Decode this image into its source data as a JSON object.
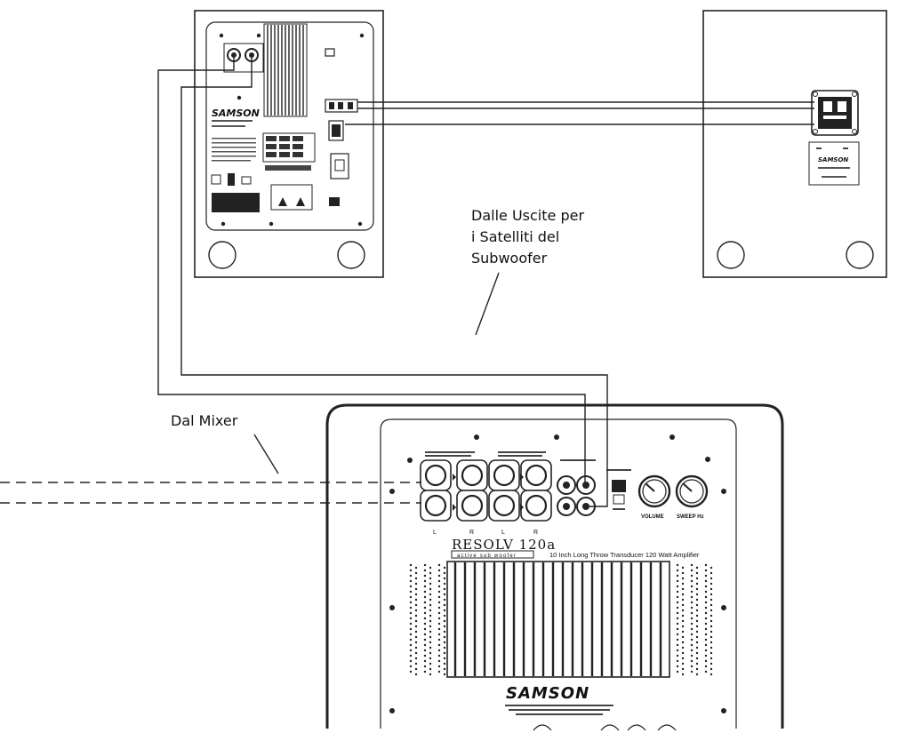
{
  "labels": {
    "satellite_outputs": [
      "Dalle Uscite per",
      "i Satelliti del",
      "Subwoofer"
    ],
    "from_mixer": "Dal Mixer"
  },
  "subwoofer_panel": {
    "brand": "SAMSON",
    "model": "RESOLV 120a",
    "model_tagline": "active sub woofer",
    "description": "10 Inch Long Throw Transducer 120 Watt Amplifier",
    "jack_labels": [
      "L",
      "R",
      "L",
      "R"
    ],
    "volume_label": "VOLUME",
    "sweep_label": "SWEEP Hz"
  },
  "left_monitor": {
    "brand": "SAMSON"
  },
  "right_monitor": {
    "brand": "SAMSON"
  }
}
